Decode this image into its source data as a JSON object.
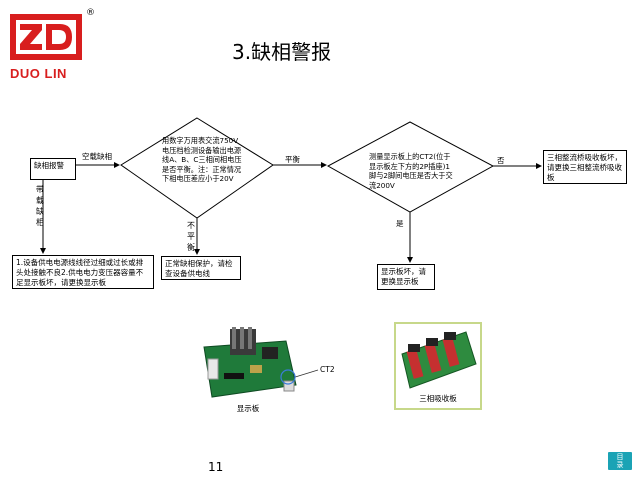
{
  "logo": {
    "brand": "DUO LIN",
    "mark": "ZD",
    "registered": "®"
  },
  "title": "3.缺相警报",
  "flow": {
    "start": "缺相报警",
    "decision1": "用数字万用表交流750V电压档检测设备输出电源线A、B、C三相间相电压是否平衡。注：正常情况下相电压差应小于20V",
    "edge_start_d1": "空载缺相",
    "edge_start_down": "带载缺相",
    "edge_d1_d2": "平衡",
    "edge_d1_down": "不平衡",
    "box_left": "1.设备供电电源线线径过细或过长或排头处接触不良2.供电电力变压器容量不足显示板坏，请更换显示板",
    "box_mid": "正常缺相保护，请检查设备供电线",
    "decision2": "测量显示板上的CT2(位于显示板左下方的2P插座)1脚与2脚间电压是否大于交流200V",
    "edge_d2_right": "否",
    "edge_d2_down": "是",
    "box_right": "三相整流桥吸收板坏，请更换三相整流桥吸收板",
    "box_d2_yes": "显示板坏，请更换显示板"
  },
  "photos": {
    "display_board_caption": "显示板",
    "ct2_label": "CT2",
    "absorber_caption": "三相吸收板"
  },
  "page_number": "11",
  "nav_button": "目录"
}
